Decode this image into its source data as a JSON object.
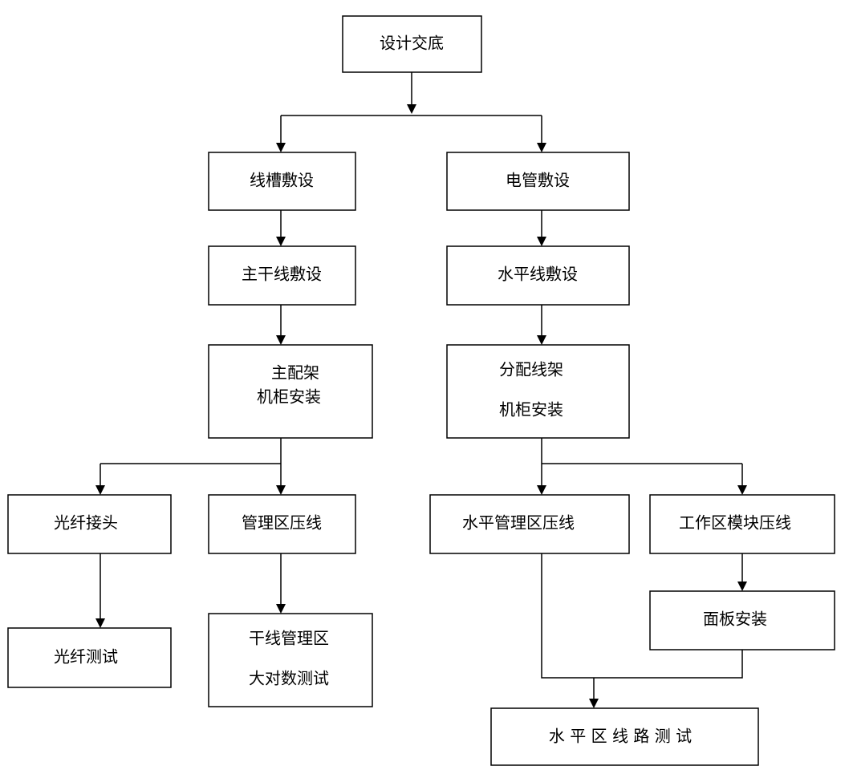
{
  "nodes": {
    "design": [
      "设计交底"
    ],
    "trunking": [
      "线槽敷设"
    ],
    "conduit": [
      "电管敷设"
    ],
    "backbone": [
      "主干线敷设"
    ],
    "horizontal": [
      "水平线敷设"
    ],
    "main_frame": [
      "主配架",
      "机柜安装"
    ],
    "sub_frame": [
      "分配线架",
      "机柜安装"
    ],
    "fiber_joint": [
      "光纤接头"
    ],
    "mgmt_crimp": [
      "管理区压线"
    ],
    "horiz_mgmt_crimp": [
      "水平管理区压线"
    ],
    "work_module_crimp": [
      "工作区模块压线"
    ],
    "fiber_test": [
      "光纤测试"
    ],
    "trunk_test": [
      "干线管理区",
      "大对数测试"
    ],
    "panel_install": [
      "面板安装"
    ],
    "horiz_test": [
      "水 平 区 线 路 测 试"
    ]
  },
  "colors": {
    "stroke": "#000000",
    "fill": "#ffffff",
    "text": "#000000"
  }
}
